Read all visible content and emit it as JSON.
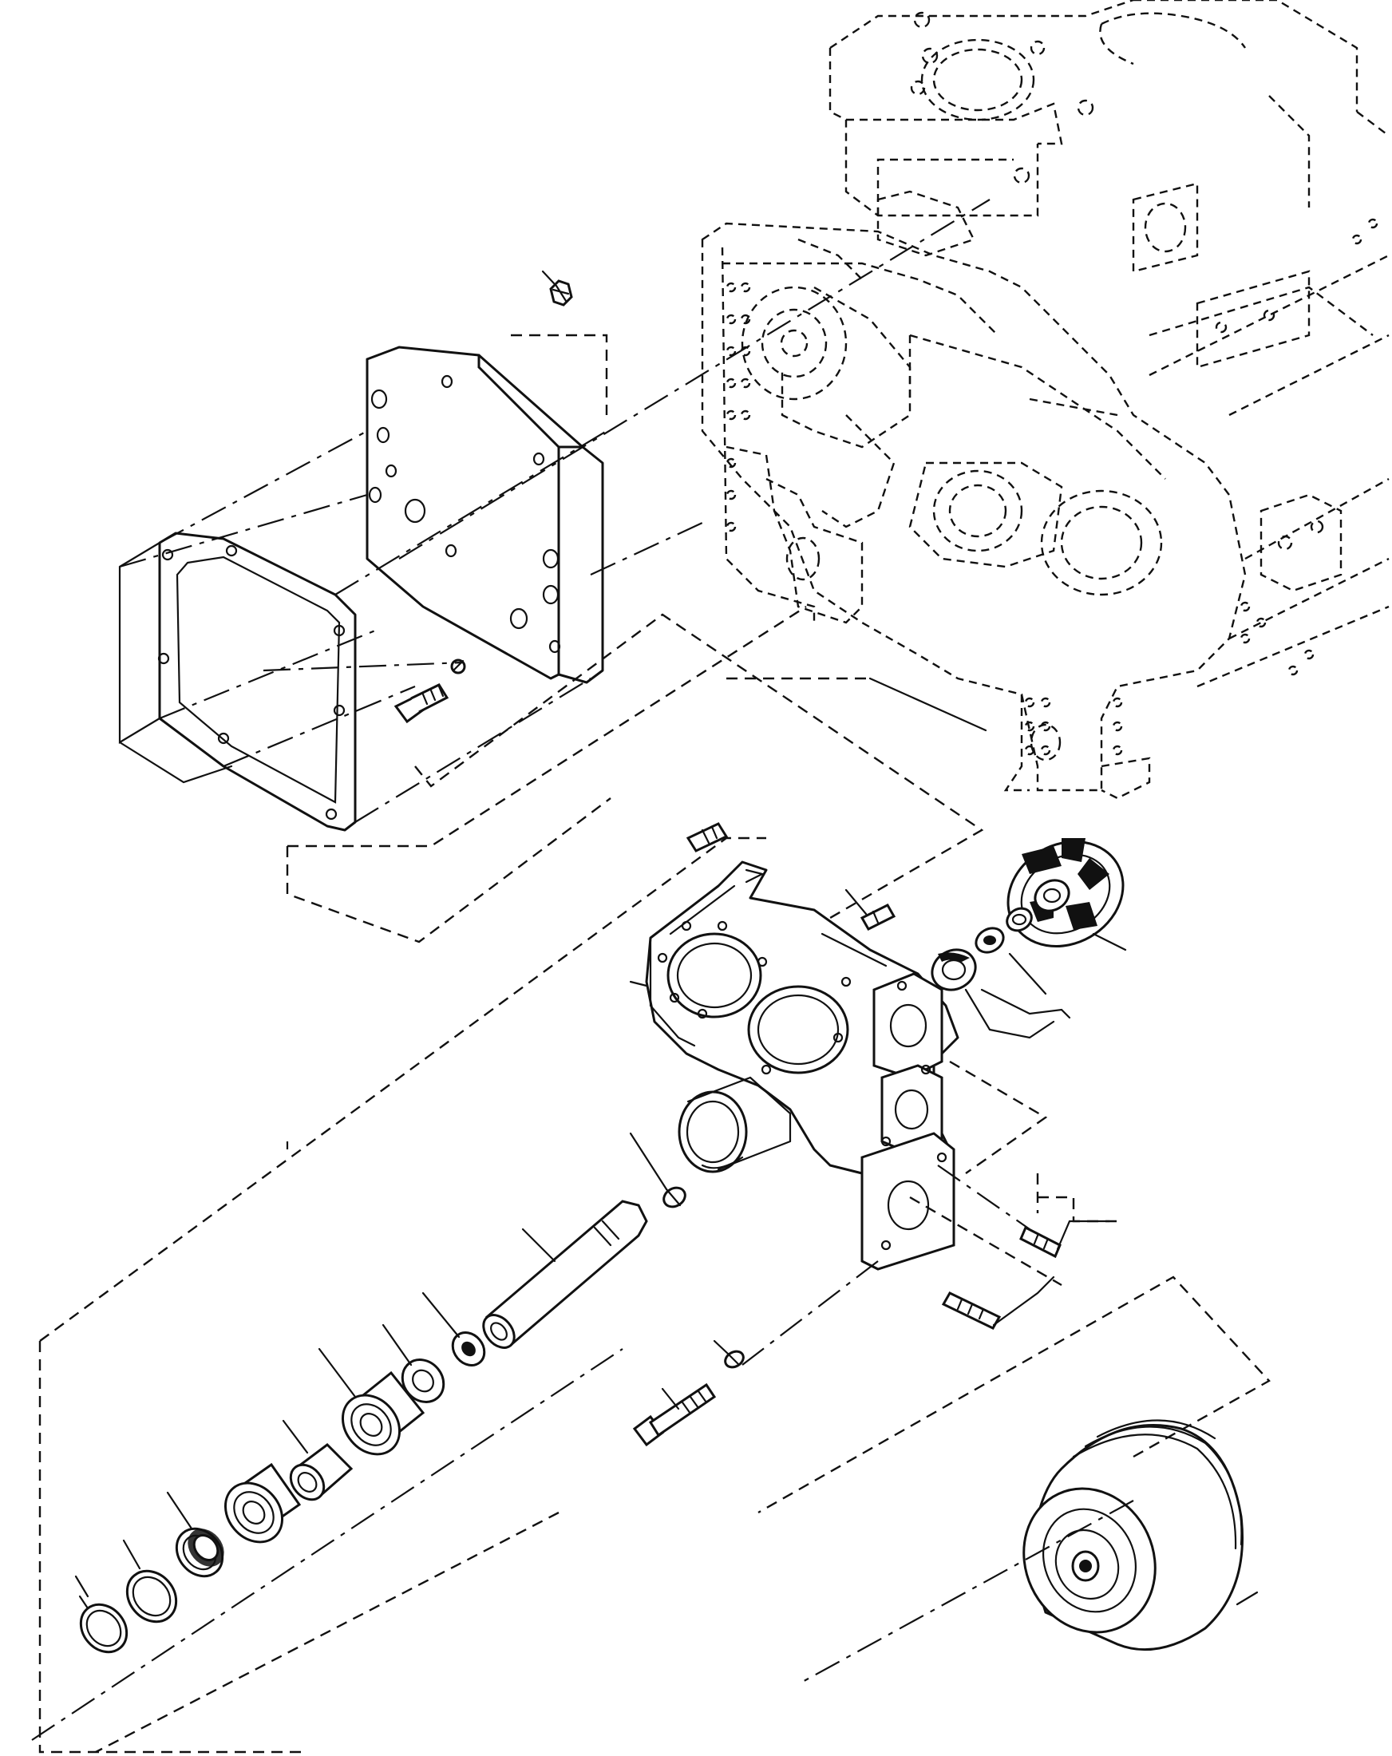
{
  "diagram": {
    "type": "exploded-parts-view",
    "labels": [],
    "parts": [
      {
        "id": "engine-block",
        "style": "phantom"
      },
      {
        "id": "front-plate"
      },
      {
        "id": "gasket"
      },
      {
        "id": "nut"
      },
      {
        "id": "cap-screw-with-washer"
      },
      {
        "id": "dowel-pin-upper"
      },
      {
        "id": "dowel-pin-lower-1"
      },
      {
        "id": "dowel-pin-lower-2"
      },
      {
        "id": "water-pump-housing"
      },
      {
        "id": "impeller"
      },
      {
        "id": "seal"
      },
      {
        "id": "seal-washer"
      },
      {
        "id": "slinger"
      },
      {
        "id": "snap-ring-housing"
      },
      {
        "id": "pump-shaft"
      },
      {
        "id": "thrust-washer"
      },
      {
        "id": "spacer-washer"
      },
      {
        "id": "ball-bearing-inner"
      },
      {
        "id": "bearing-spacer"
      },
      {
        "id": "ball-bearing-outer"
      },
      {
        "id": "oil-seal"
      },
      {
        "id": "retaining-ring"
      },
      {
        "id": "snap-ring-outer"
      },
      {
        "id": "capscrew-long"
      },
      {
        "id": "lock-washer"
      },
      {
        "id": "pulley"
      }
    ]
  }
}
